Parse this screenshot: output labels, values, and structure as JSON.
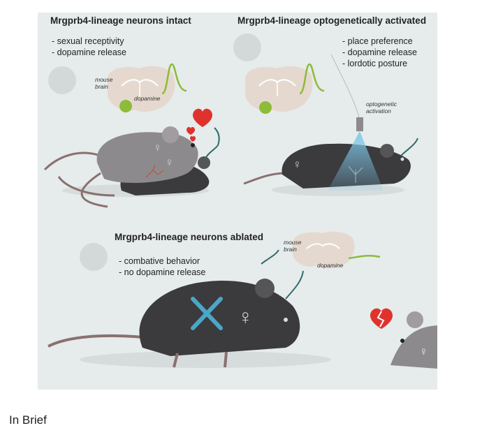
{
  "panels": {
    "intact": {
      "title": "Mrgprb4-lineage neurons intact",
      "bullets": [
        "- sexual receptivity",
        "- dopamine release"
      ],
      "brain_label": "mouse\nbrain",
      "dopamine_label": "dopamine"
    },
    "activated": {
      "title": "Mrgprb4-lineage optogenetically activated",
      "bullets": [
        "- place preference",
        "- dopamine release",
        "- lordotic posture"
      ],
      "opto_label": "optogenetic\nactivation"
    },
    "ablated": {
      "title": "Mrgprb4-lineage neurons ablated",
      "bullets": [
        "- combative behavior",
        "- no dopamine release"
      ],
      "brain_label": "mouse\nbrain",
      "dopamine_label": "dopamine"
    }
  },
  "caption": "In Brief",
  "colors": {
    "background": "#e6ebeb",
    "brain": "#e5d9cf",
    "dopamine_area": "#8dbb3a",
    "trace": "#8dbb3a",
    "heart": "#e0322c",
    "fiber": "#2f6b6b",
    "light": "#7ec6e6",
    "ablation_x": "#4aa7c8",
    "mouse_dark": "#3b3a3d",
    "mouse_grey": "#8d8a8d"
  },
  "icons": [
    "heart-icon",
    "broken-heart-icon",
    "female-symbol-icon"
  ]
}
